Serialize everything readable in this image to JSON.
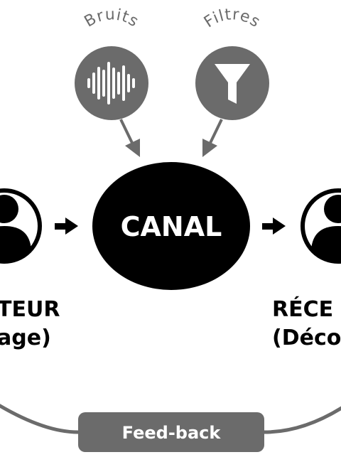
{
  "noise": {
    "label": "Bruits",
    "icon": "sound-wave-icon"
  },
  "filters": {
    "label": "Filtres",
    "icon": "funnel-icon"
  },
  "channel": {
    "label": "CANAL"
  },
  "sender": {
    "line1": "TEUR",
    "line2": "age)",
    "icon": "person-icon"
  },
  "receiver": {
    "line1": "RÉCE",
    "line2": "(Déco",
    "icon": "person-icon"
  },
  "feedback": {
    "label": "Feed-back"
  },
  "colors": {
    "dark": "#000000",
    "gray": "#6b6b6b",
    "white": "#ffffff"
  }
}
